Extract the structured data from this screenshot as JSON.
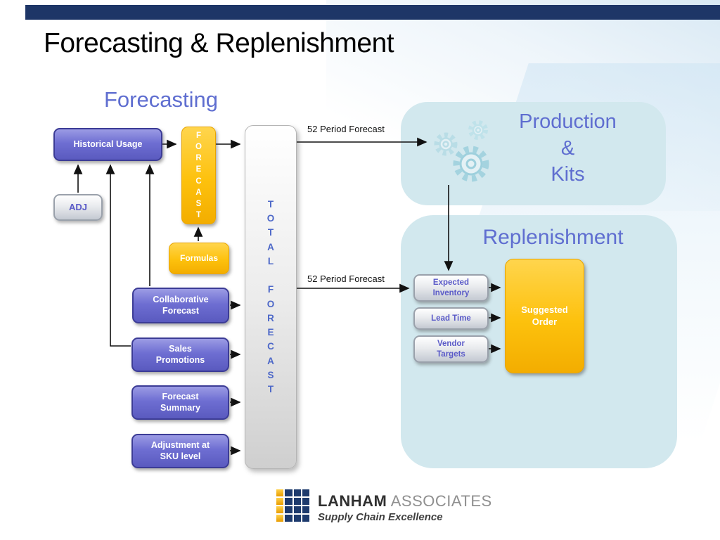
{
  "slide": {
    "title": "Forecasting & Replenishment"
  },
  "headings": {
    "forecasting": "Forecasting"
  },
  "boxes": {
    "historical_usage": "Historical Usage",
    "adj": "ADJ",
    "forecast_vertical": "F\nO\nR\nE\nC\nA\nS\nT",
    "formulas": "Formulas",
    "collaborative_forecast": "Collaborative\nForecast",
    "sales_promotions": "Sales\nPromotions",
    "forecast_summary": "Forecast\nSummary",
    "adjustment_sku": "Adjustment at\nSKU level",
    "total_forecast": "T\nO\nT\nA\nL\n\nF\nO\nR\nE\nC\nA\nS\nT"
  },
  "labels": {
    "period_forecast_top": "52 Period Forecast",
    "period_forecast_bottom": "52 Period Forecast"
  },
  "production": {
    "title": "Production\n&\nKits"
  },
  "replenishment": {
    "heading": "Replenishment",
    "expected_inventory": "Expected\nInventory",
    "lead_time": "Lead Time",
    "vendor_targets": "Vendor\nTargets",
    "suggested_order": "Suggested\nOrder"
  },
  "footer": {
    "brand_primary": "LANHAM",
    "brand_secondary": "ASSOCIATES",
    "tagline": "Supply Chain Excellence"
  },
  "colors": {
    "top_bar": "#1e3667",
    "purple_box": "#6e6ed2",
    "gold_box": "#fdc10d",
    "silver_box": "#d6dae0",
    "panel_blue": "#d2e8ee",
    "heading_purple": "#5f6ed0",
    "total_forecast_text": "#4d68c8",
    "arrow": "#111111"
  }
}
